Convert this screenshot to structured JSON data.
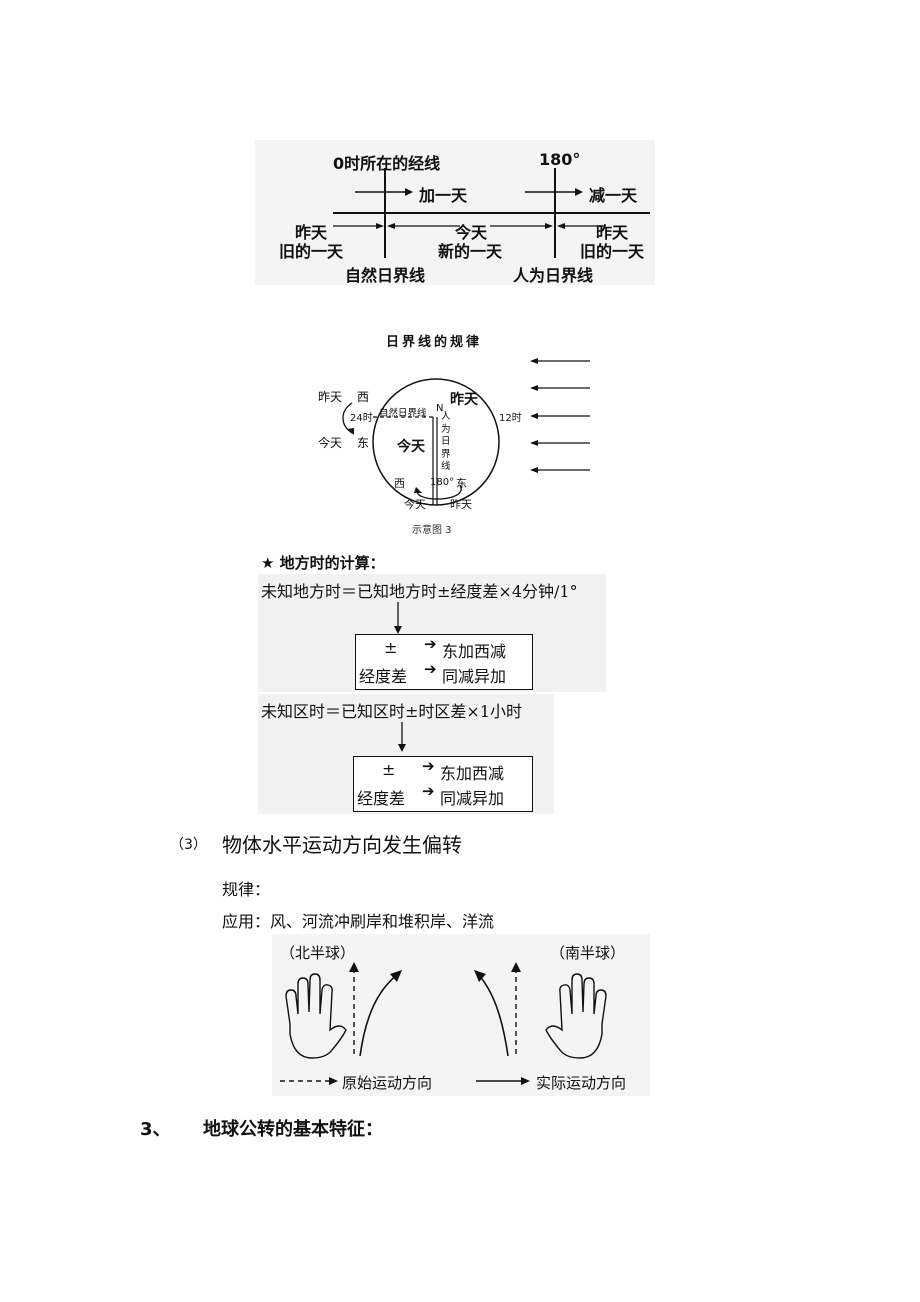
{
  "fig1": {
    "meridian_label": "0时所在的经线",
    "degree_label": "180°",
    "add_day": "加一天",
    "sub_day": "减一天",
    "yesterday": "昨天",
    "old_day": "旧的一天",
    "today": "今天",
    "new_day": "新的一天",
    "yesterday_right": "昨天",
    "old_day_right": "旧的一天",
    "natural_line": "自然日界线",
    "artificial_line": "人为日界线"
  },
  "fig2": {
    "title": "日界线的规律",
    "yesterday_left": "昨天",
    "west_left": "西",
    "h24": "24时",
    "today_left": "今天",
    "east_left": "东",
    "natural_line": "自然日界线",
    "n_label": "N",
    "artificial_line_chars": [
      "人",
      "为",
      "日",
      "界",
      "线"
    ],
    "yesterday_inside": "昨天",
    "today_inside": "今天",
    "h12": "12时",
    "west_bottom": "西",
    "deg180": "180°",
    "east_bottom": "东",
    "today_bottom": "今天",
    "yesterday_bottom": "昨天",
    "caption": "示意图 3"
  },
  "calc": {
    "heading": "★ 地方时的计算：",
    "formula1": "未知地方时＝已知地方时±经度差×4分钟/1°",
    "box1_row1_left": "±",
    "box1_row1_right": "东加西减",
    "box1_row2_left": "经度差",
    "box1_row2_right": "同减异加",
    "formula2": "未知区时＝已知区时±时区差×1小时",
    "box2_row1_left": "±",
    "box2_row1_right": "东加西减",
    "box2_row2_left": "经度差",
    "box2_row2_right": "同减异加"
  },
  "section3": {
    "number": "（3）",
    "title": "物体水平运动方向发生偏转",
    "rule": "规律：",
    "application": "应用：风、河流冲刷岸和堆积岸、洋流"
  },
  "hands": {
    "north": "（北半球）",
    "south": "（南半球）",
    "legend_dashed": "原始运动方向",
    "legend_solid": "实际运动方向"
  },
  "heading3": {
    "number": "3、",
    "title": "地球公转的基本特征："
  }
}
